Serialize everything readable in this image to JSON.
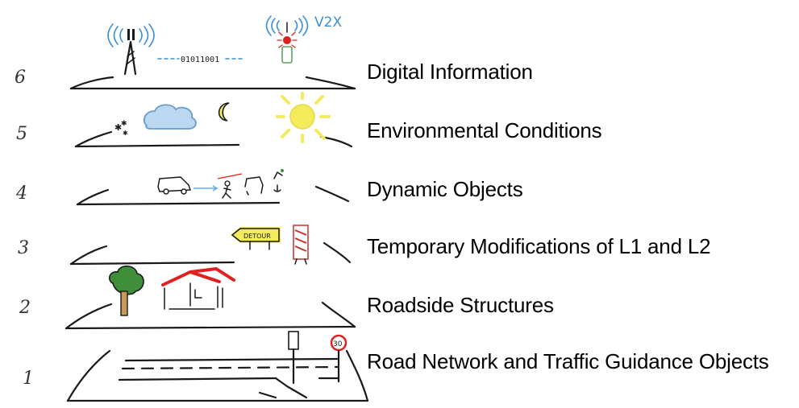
{
  "layers": [
    {
      "number": "6",
      "label": "Digital Information"
    },
    {
      "number": "5",
      "label": "Environmental Conditions"
    },
    {
      "number": "4",
      "label": "Dynamic Objects"
    },
    {
      "number": "3",
      "label": "Temporary Modifications of L1 and L2"
    },
    {
      "number": "2",
      "label": "Roadside Structures"
    },
    {
      "number": "1",
      "label": "Road Network and Traffic Guidance Objects"
    }
  ],
  "sketch_text": {
    "v2x": "V2X",
    "binary": "01011001",
    "detour": "DETOUR",
    "speed_sign": "30"
  },
  "colors": {
    "ink": "#1a1a1a",
    "v2x_blue": "#3a8fd6",
    "cloud_blue": "#bcd8f0",
    "sun_yellow": "#f3ea5c",
    "roof_red": "#e02020",
    "tree_green": "#3f8f3a"
  }
}
